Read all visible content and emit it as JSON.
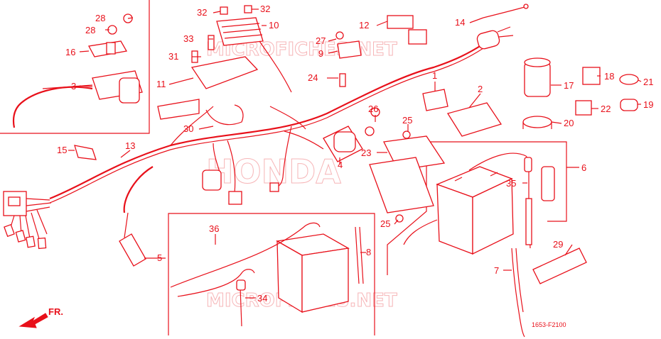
{
  "colors": {
    "ink": "#e8101a",
    "watermark": "#f4a3a6",
    "background": "#ffffff"
  },
  "watermarks": [
    "MICROFICHES.NET",
    "HONDA",
    "MICROFICHES.NET"
  ],
  "diagram_code": "1653-F2100",
  "front_label": "FR.",
  "callouts": {
    "p1": "1",
    "p2": "2",
    "p3": "3",
    "p4": "4",
    "p5": "5",
    "p6": "6",
    "p7": "7",
    "p8": "8",
    "p9": "9",
    "p10": "10",
    "p11": "11",
    "p12": "12",
    "p13": "13",
    "p14": "14",
    "p15": "15",
    "p16": "16",
    "p17": "17",
    "p18": "18",
    "p19": "19",
    "p20": "20",
    "p21": "21",
    "p22": "22",
    "p23": "23",
    "p24": "24",
    "p25a": "25",
    "p25b": "25",
    "p26": "26",
    "p27": "27",
    "p28a": "28",
    "p28b": "28",
    "p29": "29",
    "p30": "30",
    "p31": "31",
    "p32a": "32",
    "p32b": "32",
    "p33": "33",
    "p34": "34",
    "p35": "35",
    "p36": "36"
  },
  "icons": {
    "front_arrow": "front-arrow-icon"
  }
}
